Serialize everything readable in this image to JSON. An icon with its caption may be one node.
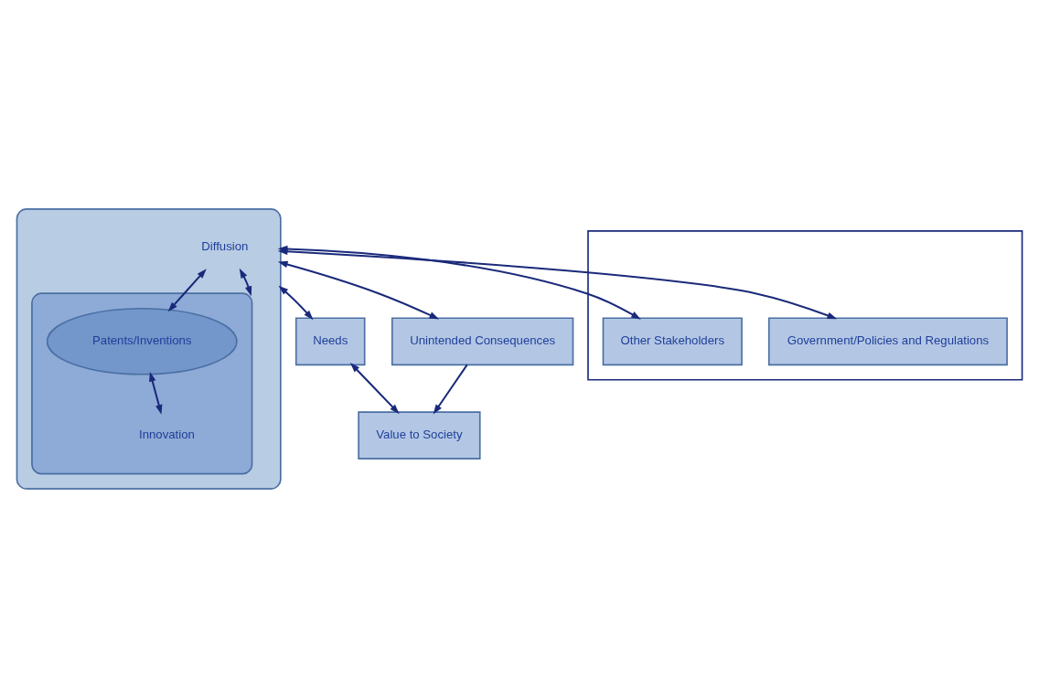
{
  "diagram": {
    "nodes": [
      {
        "text": [
          "Diffusion"
        ]
      },
      {
        "text": [
          "Innovation"
        ],
        "in": 0
      },
      {
        "text": [
          "Patents/Inventions"
        ],
        "in": 1
      },
      {
        "text": [
          "Needs"
        ]
      },
      {
        "text": [
          "Value to Society"
        ]
      },
      {
        "text": [
          "Unintended Consequences"
        ]
      },
      {
        "text": [],
        "shape": "box"
      },
      {
        "text": [
          "Government/Policies and Regulations"
        ],
        "in": 6
      },
      {
        "text": [
          "Other Stakeholders"
        ],
        "in": 6
      }
    ],
    "edges": [
      {
        "from": 0,
        "to": 2,
        "arrow": "both"
      },
      {
        "from": 1,
        "to": 0,
        "arrow": "both"
      },
      {
        "from": 2,
        "to": 1,
        "arrow": "both"
      },
      {
        "from": 0,
        "to": 3,
        "arrow": "both"
      },
      {
        "from": 3,
        "to": 4,
        "arrow": "both"
      },
      {
        "from": 0,
        "to": 5,
        "arrow": "both"
      },
      {
        "from": 5,
        "to": 4,
        "arrow": "to"
      },
      {
        "from": 0,
        "to": 7,
        "arrow": "both"
      },
      {
        "from": 0,
        "to": 8,
        "arrow": "both"
      }
    ]
  }
}
